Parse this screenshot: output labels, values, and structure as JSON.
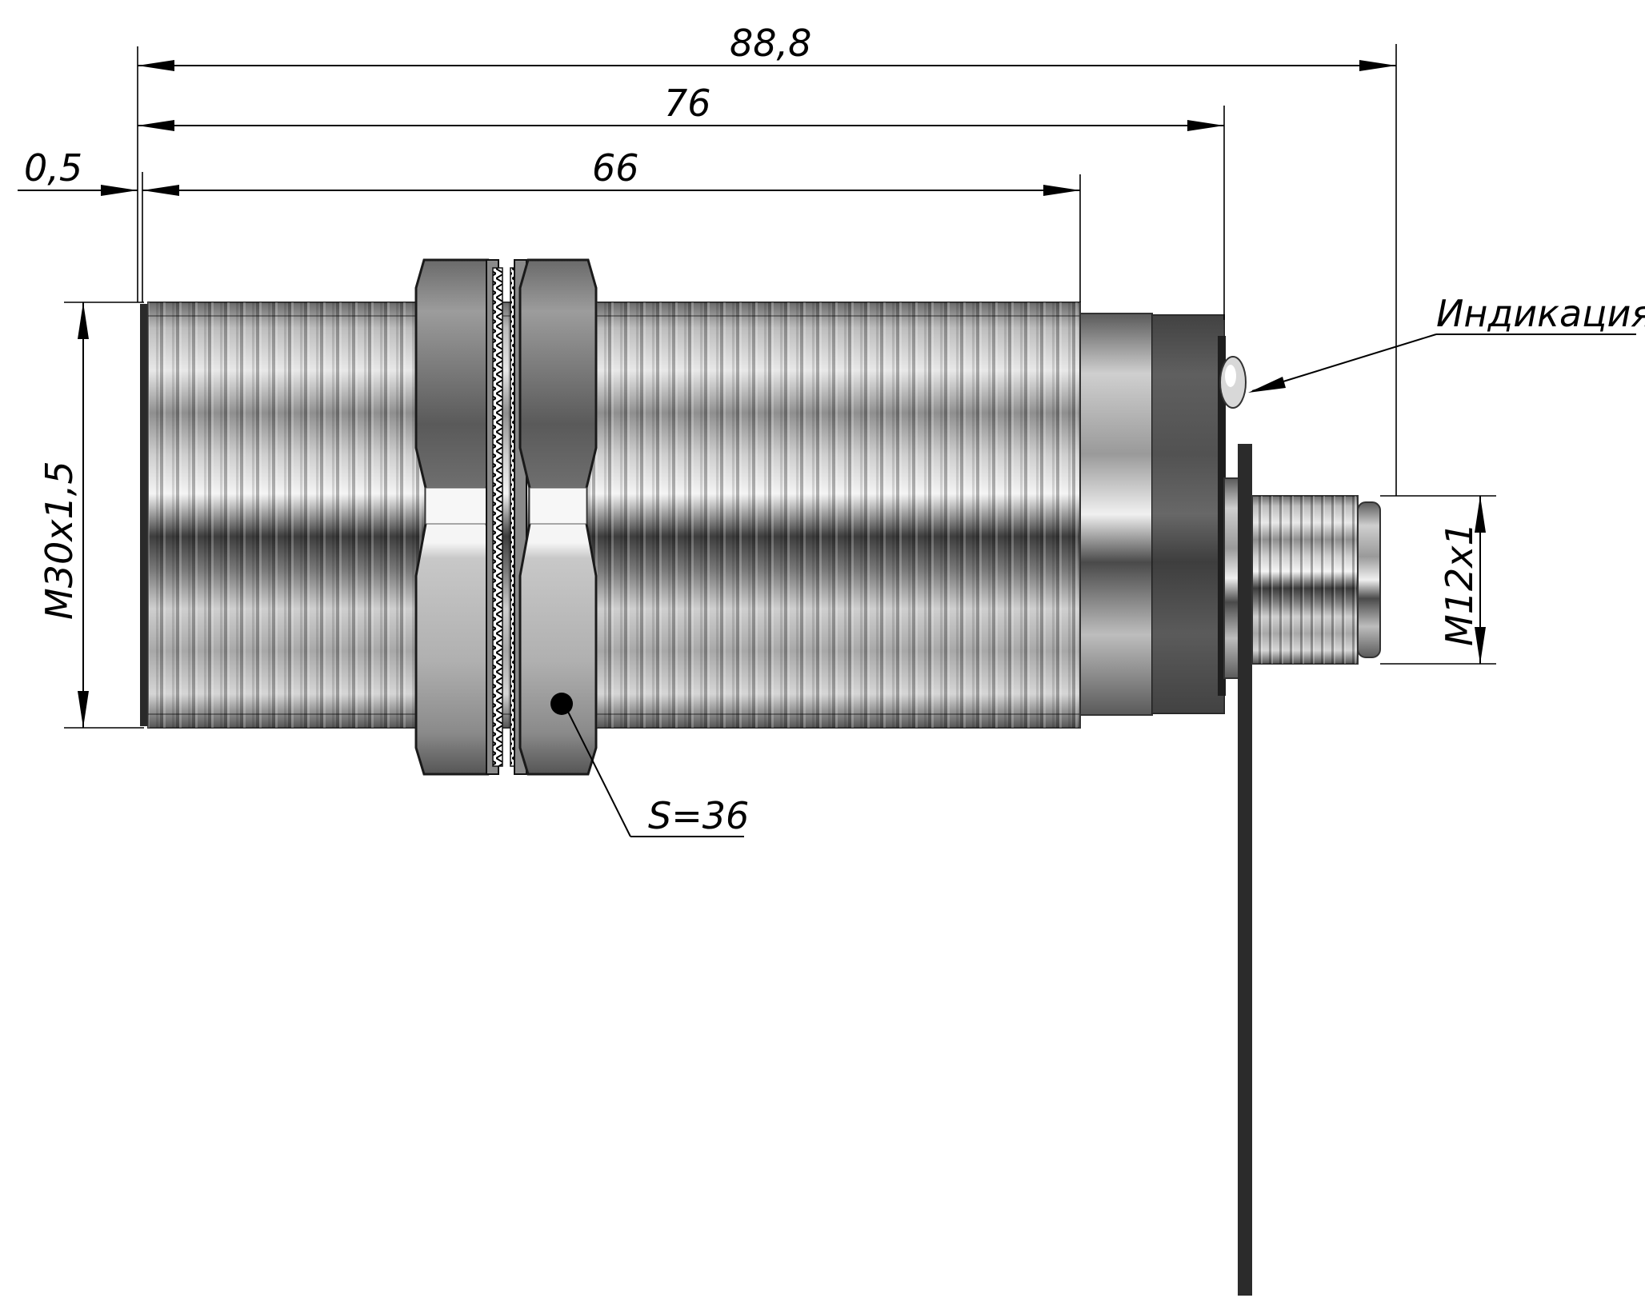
{
  "dimensions": {
    "overall_length": "88,8",
    "body_length": "76",
    "thread_length": "66",
    "offset": "0,5"
  },
  "thread_labels": {
    "main_thread": "М30x1,5",
    "connector_thread": "М12x1"
  },
  "callouts": {
    "indication": "Индикация",
    "wrench_size": "S=36"
  },
  "colors": {
    "metal_light": "#d8d8d8",
    "metal_dark": "#3a3a3a",
    "line": "#000000",
    "background": "#ffffff"
  }
}
